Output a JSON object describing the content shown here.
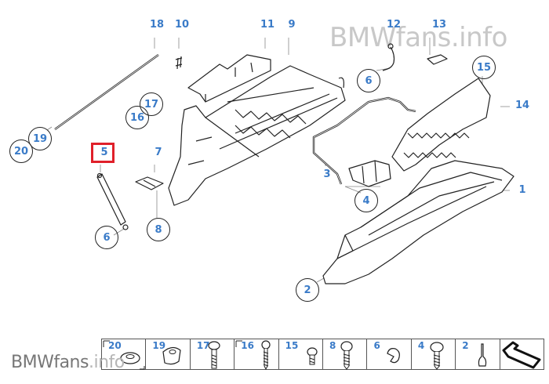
{
  "watermark": {
    "top": "BMWfans.info",
    "bottom_main": "BMWfans",
    "bottom_suffix": ".info"
  },
  "diagram": {
    "title_hidden": "Glove box assembly exploded view",
    "highlighted_part": "5",
    "callouts_plain": [
      {
        "id": "18",
        "label": "18"
      },
      {
        "id": "10",
        "label": "10"
      },
      {
        "id": "11",
        "label": "11"
      },
      {
        "id": "9",
        "label": "9"
      },
      {
        "id": "12",
        "label": "12"
      },
      {
        "id": "13",
        "label": "13"
      },
      {
        "id": "14",
        "label": "14"
      },
      {
        "id": "5",
        "label": "5"
      },
      {
        "id": "7",
        "label": "7"
      },
      {
        "id": "3",
        "label": "3"
      },
      {
        "id": "1",
        "label": "1"
      }
    ],
    "callouts_circled": [
      {
        "id": "15",
        "label": "15"
      },
      {
        "id": "6a",
        "label": "6"
      },
      {
        "id": "17",
        "label": "17"
      },
      {
        "id": "16",
        "label": "16"
      },
      {
        "id": "19",
        "label": "19"
      },
      {
        "id": "20",
        "label": "20"
      },
      {
        "id": "6b",
        "label": "6"
      },
      {
        "id": "8",
        "label": "8"
      },
      {
        "id": "4",
        "label": "4"
      },
      {
        "id": "2",
        "label": "2"
      }
    ]
  },
  "hardware_strip": {
    "items": [
      {
        "label": "20",
        "icon": "washer-icon"
      },
      {
        "label": "19",
        "icon": "clip-nut-icon"
      },
      {
        "label": "17",
        "icon": "bolt-icon"
      },
      {
        "label": "16",
        "icon": "tapping-screw-icon"
      },
      {
        "label": "15",
        "icon": "short-screw-icon"
      },
      {
        "label": "8",
        "icon": "pan-head-screw-icon"
      },
      {
        "label": "6",
        "icon": "spring-clip-icon"
      },
      {
        "label": "4",
        "icon": "pan-head-screw-icon"
      },
      {
        "label": "2",
        "icon": "rubber-buffer-icon"
      },
      {
        "label": "",
        "icon": "arrow-next-icon"
      }
    ]
  },
  "colors": {
    "label": "#3a7bc8",
    "highlight": "#e0202a",
    "line": "#222222"
  }
}
